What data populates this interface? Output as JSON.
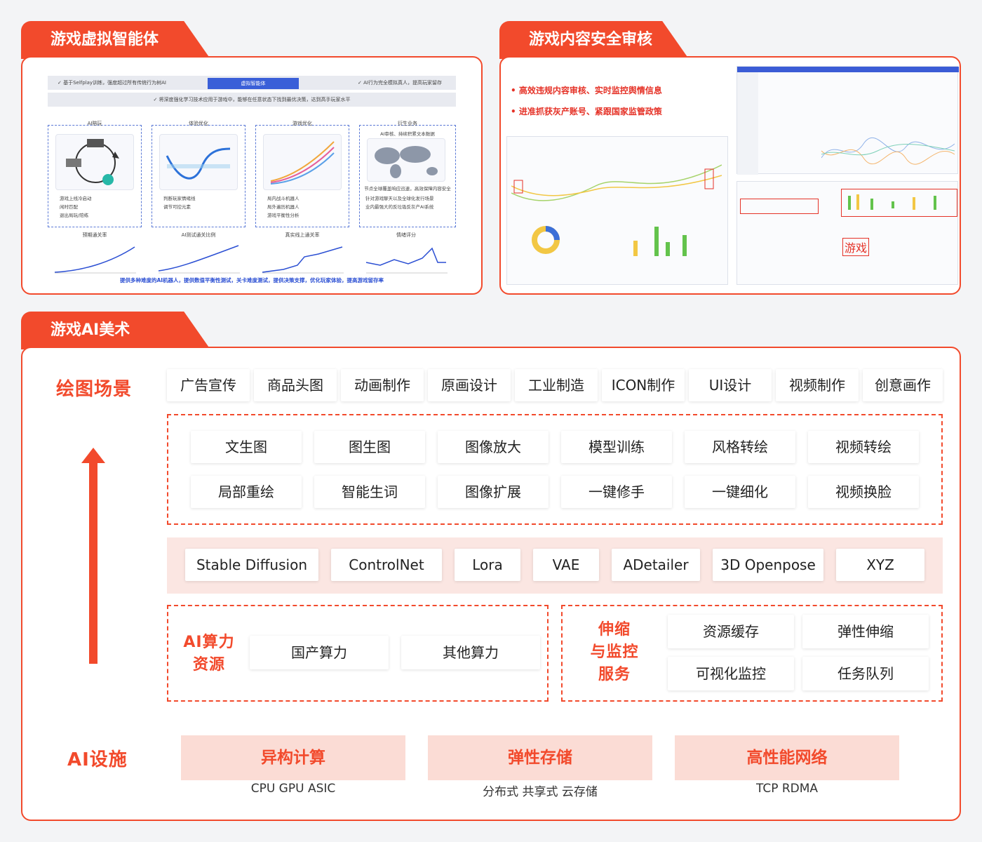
{
  "top_left": {
    "tab_title": "游戏虚拟智能体",
    "bar1_left": "✓ 基于Selfplay训练，强度超过所有传统行为树AI",
    "bar1_center": "虚拟智能体",
    "bar1_right": "✓ AI行为完全模拟真人，提高玩家留存",
    "bar2": "✓ 将深度强化学习技术应用于游戏中，能够在任意状态下找到最优决策，达到高手玩家水平",
    "columns": [
      {
        "title": "AI陪玩",
        "bullets": [
          "游戏上线冷启动",
          "闲时匹配",
          "退出局玩/陪练"
        ],
        "chart_title": "预期通关率"
      },
      {
        "title": "体验优化",
        "bullets": [
          "判断玩家情绪线",
          "调节可控元素"
        ],
        "chart_title": "AI测试通关比例"
      },
      {
        "title": "游戏优化",
        "bullets": [
          "局内战斗机器人",
          "局外遍历机器人",
          "游戏平衡性分析"
        ],
        "chart_title": "真实线上通关率"
      },
      {
        "title": "衍生业务",
        "bullets": [
          "针对游戏聊天以及全球化发行场景",
          "业内最强大的反垃圾反灰产AI系统"
        ],
        "chart_title": "情绪评分",
        "subtitle": "AI审核、持续积累文本数据",
        "note": "节点全球覆盖响应迅速，高效保障内容安全"
      }
    ],
    "footer": "提供多种难度的AI机器人，提供数值平衡性测试，关卡难度测试，提供决策支撑，优化玩家体验，提高游戏留存率"
  },
  "top_right": {
    "tab_title": "游戏内容安全审核",
    "point1": "• 高效违规内容审核、实时监控舆情信息",
    "point2": "• 进准抓获灰产账号、紧跟国家监管政策",
    "keyword": "游戏"
  },
  "bottom": {
    "tab_title": "游戏AI美术",
    "scene_title": "绘图场景",
    "scenes": [
      "广告宣传",
      "商品头图",
      "动画制作",
      "原画设计",
      "工业制造",
      "ICON制作",
      "UI设计",
      "视频制作",
      "创意画作"
    ],
    "features_row1": [
      "文生图",
      "图生图",
      "图像放大",
      "模型训练",
      "风格转绘",
      "视频转绘"
    ],
    "features_row2": [
      "局部重绘",
      "智能生词",
      "图像扩展",
      "一键修手",
      "一键细化",
      "视频换脸"
    ],
    "models": [
      "Stable Diffusion",
      "ControlNet",
      "Lora",
      "VAE",
      "ADetailer",
      "3D Openpose",
      "XYZ"
    ],
    "compute_title_1": "AI算力",
    "compute_title_2": "资源",
    "compute_items": [
      "国产算力",
      "其他算力"
    ],
    "ops_title_1": "伸缩",
    "ops_title_2": "与监控",
    "ops_title_3": "服务",
    "ops_items": [
      "资源缓存",
      "弹性伸缩",
      "可视化监控",
      "任务队列"
    ],
    "infra_title": "AI设施",
    "infra": [
      {
        "name": "异构计算",
        "sub": "CPU GPU ASIC"
      },
      {
        "name": "弹性存储",
        "sub": "分布式 共享式 云存储"
      },
      {
        "name": "高性能网络",
        "sub": "TCP RDMA"
      }
    ]
  },
  "colors": {
    "accent": "#f24a2c",
    "pink": "#fbe6e2",
    "blue": "#3a5fd8"
  }
}
